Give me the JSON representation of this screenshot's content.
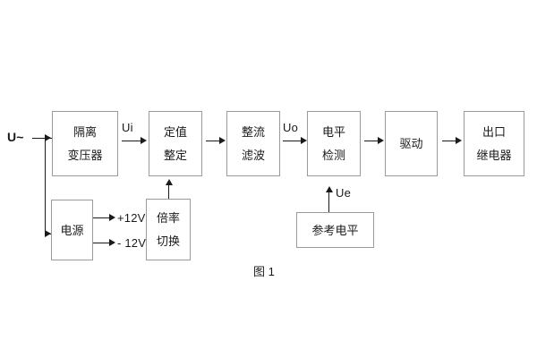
{
  "diagram": {
    "caption": "图 1",
    "input_label": "U~",
    "blocks": [
      {
        "id": "isolation-transformer",
        "lines": [
          "隔离",
          "变压器"
        ]
      },
      {
        "id": "setting-value",
        "lines": [
          "定值",
          "整定"
        ]
      },
      {
        "id": "rectify-filter",
        "lines": [
          "整流",
          "滤波"
        ]
      },
      {
        "id": "level-detect",
        "lines": [
          "电平",
          "检测"
        ]
      },
      {
        "id": "drive",
        "lines": [
          "驱动"
        ]
      },
      {
        "id": "output-relay",
        "lines": [
          "出口",
          "继电器"
        ]
      },
      {
        "id": "power-supply",
        "lines": [
          "电源"
        ]
      },
      {
        "id": "multiplier-switch",
        "lines": [
          "倍率",
          "切换"
        ]
      },
      {
        "id": "reference-level",
        "lines": [
          "参考电平"
        ]
      }
    ],
    "signals": {
      "ui": "Ui",
      "uo": "Uo",
      "ue": "Ue",
      "rail_positive": "+12V",
      "rail_negative": "- 12V"
    },
    "colors": {
      "box_border": "#9a9a9a",
      "wire": "#1a1a1a",
      "text": "#1a1a1a",
      "background": "#ffffff"
    }
  }
}
